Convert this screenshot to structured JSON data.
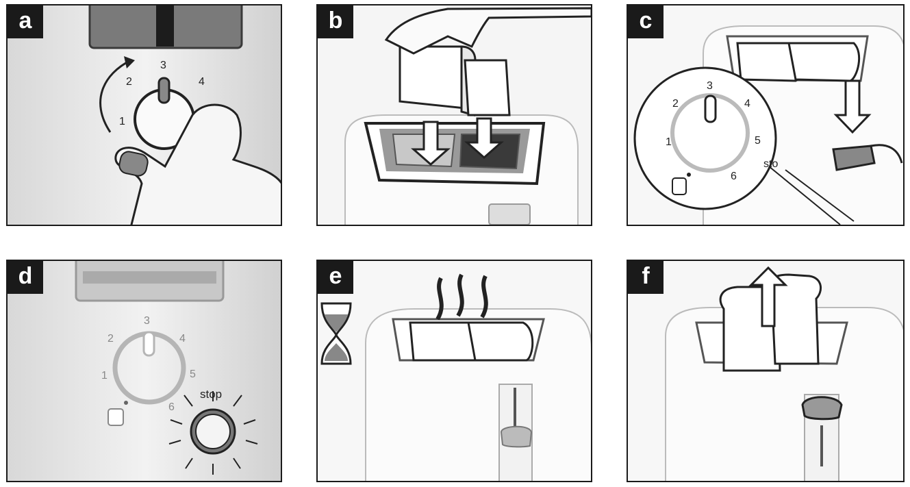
{
  "panels": [
    {
      "id": "a",
      "label": "a",
      "dial_numbers": [
        "1",
        "2",
        "3",
        "4"
      ]
    },
    {
      "id": "b",
      "label": "b"
    },
    {
      "id": "c",
      "label": "c",
      "dial_numbers": [
        "1",
        "2",
        "3",
        "4",
        "5",
        "6"
      ],
      "stop_text": "sto"
    },
    {
      "id": "d",
      "label": "d",
      "dial_numbers": [
        "1",
        "2",
        "3",
        "4",
        "5",
        "6"
      ],
      "stop_text": "stop"
    },
    {
      "id": "e",
      "label": "e"
    },
    {
      "id": "f",
      "label": "f"
    }
  ],
  "colors": {
    "frame": "#1a1a1a",
    "panel_bg": "#e9e9e9",
    "toaster": "#f4f4f4",
    "slot": "#6d6d6d",
    "dial_ring": "#b5b5b5"
  },
  "icons": [
    "hand-icon",
    "toast-icon",
    "hourglass-icon",
    "arrow-down-icon",
    "arrow-up-icon",
    "steam-icon",
    "defrost-icon"
  ]
}
